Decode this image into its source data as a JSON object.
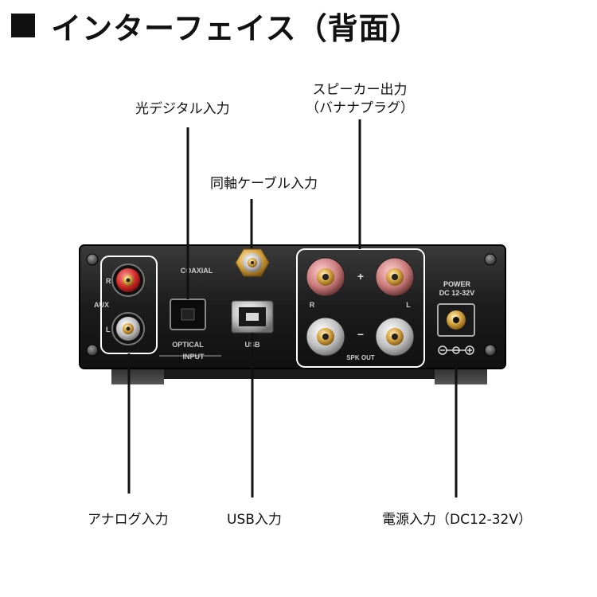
{
  "title": "インターフェイス（背面）",
  "callouts": {
    "optical": "光デジタル入力",
    "coaxial": "同軸ケーブル入力",
    "speaker_line1": "スピーカー出力",
    "speaker_line2": "（バナナプラグ）",
    "analog": "アナログ入力",
    "usb": "USB入力",
    "power": "電源入力（DC12-32V）"
  },
  "panel": {
    "r_mark": "R",
    "aux": "AUX",
    "l_mark": "L",
    "coaxial": "COAXIAL",
    "optical": "OPTICAL",
    "usb": "USB",
    "input": "INPUT",
    "plus": "+",
    "minus": "−",
    "spk_r": "R",
    "spk_l": "L",
    "spk_out": "SPK OUT",
    "power": "POWER",
    "dc": "DC 12-32V"
  }
}
